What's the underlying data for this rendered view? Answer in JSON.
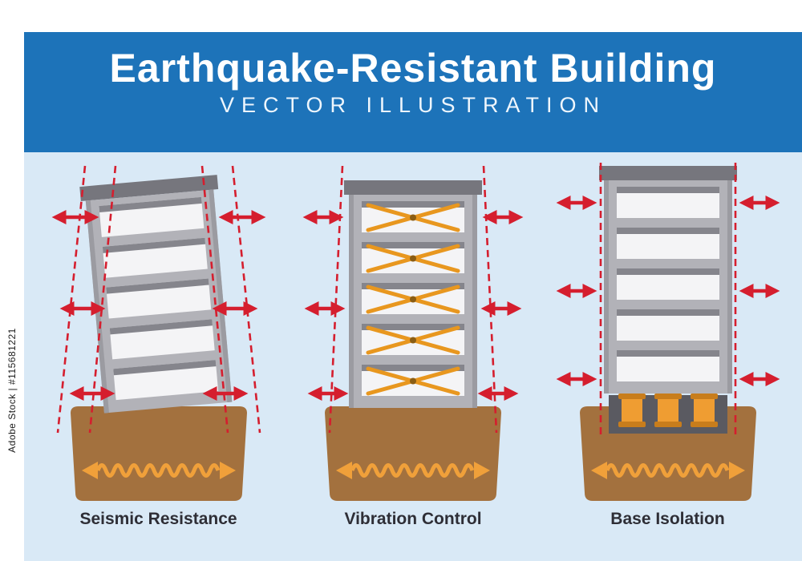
{
  "header": {
    "title": "Earthquake-Resistant Building",
    "subtitle": "VECTOR ILLUSTRATION"
  },
  "watermark": {
    "text": "Adobe Stock | #115681221"
  },
  "panels": [
    {
      "label": "Seismic Resistance"
    },
    {
      "label": "Vibration Control"
    },
    {
      "label": "Base Isolation"
    }
  ],
  "colors": {
    "banner_blue": "#1d73b9",
    "background_blue": "#d9e9f6",
    "arrow_red": "#d51e2e",
    "ground_brown": "#a3713e",
    "wave_orange": "#f0a03a",
    "brace_orange": "#e8971f",
    "building_gray": "#b2b2b8",
    "roof_gray": "#76767d"
  }
}
